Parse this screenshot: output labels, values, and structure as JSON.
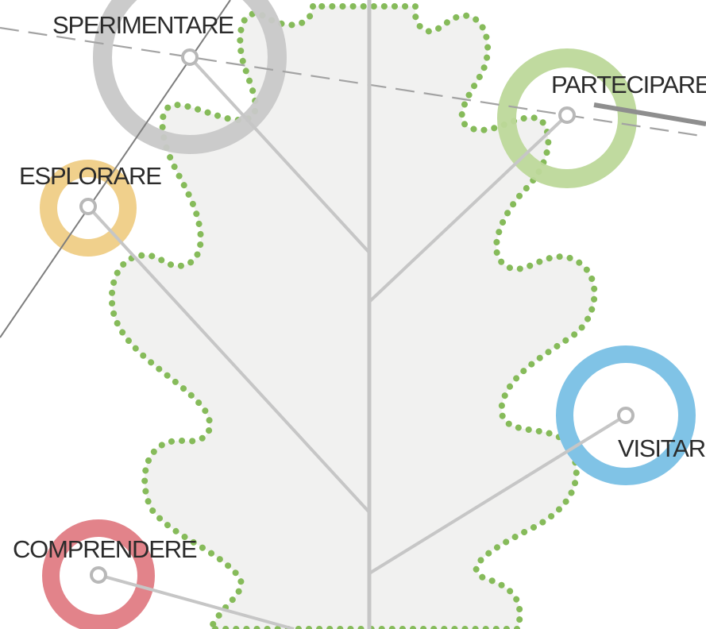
{
  "diagram": {
    "nodes": [
      {
        "id": "sperimentare",
        "label": "SPERIMENTARE",
        "color": "#c8c8c8"
      },
      {
        "id": "partecipare",
        "label": "PARTECIPARE",
        "color": "#bdd89a"
      },
      {
        "id": "esplorare",
        "label": "ESPLORARE",
        "color": "#f0d08c"
      },
      {
        "id": "visitare",
        "label": "VISITARE",
        "color": "#80c3e6"
      },
      {
        "id": "comprendere",
        "label": "COMPRENDERE",
        "color": "#e2838a"
      }
    ],
    "colors": {
      "leaf_fill": "#f1f1f0",
      "leaf_outline": "#86bb5a",
      "vein": "#c6c6c6",
      "dashed_line": "#a3a3a3",
      "thin_line": "#7e7e7e"
    }
  }
}
